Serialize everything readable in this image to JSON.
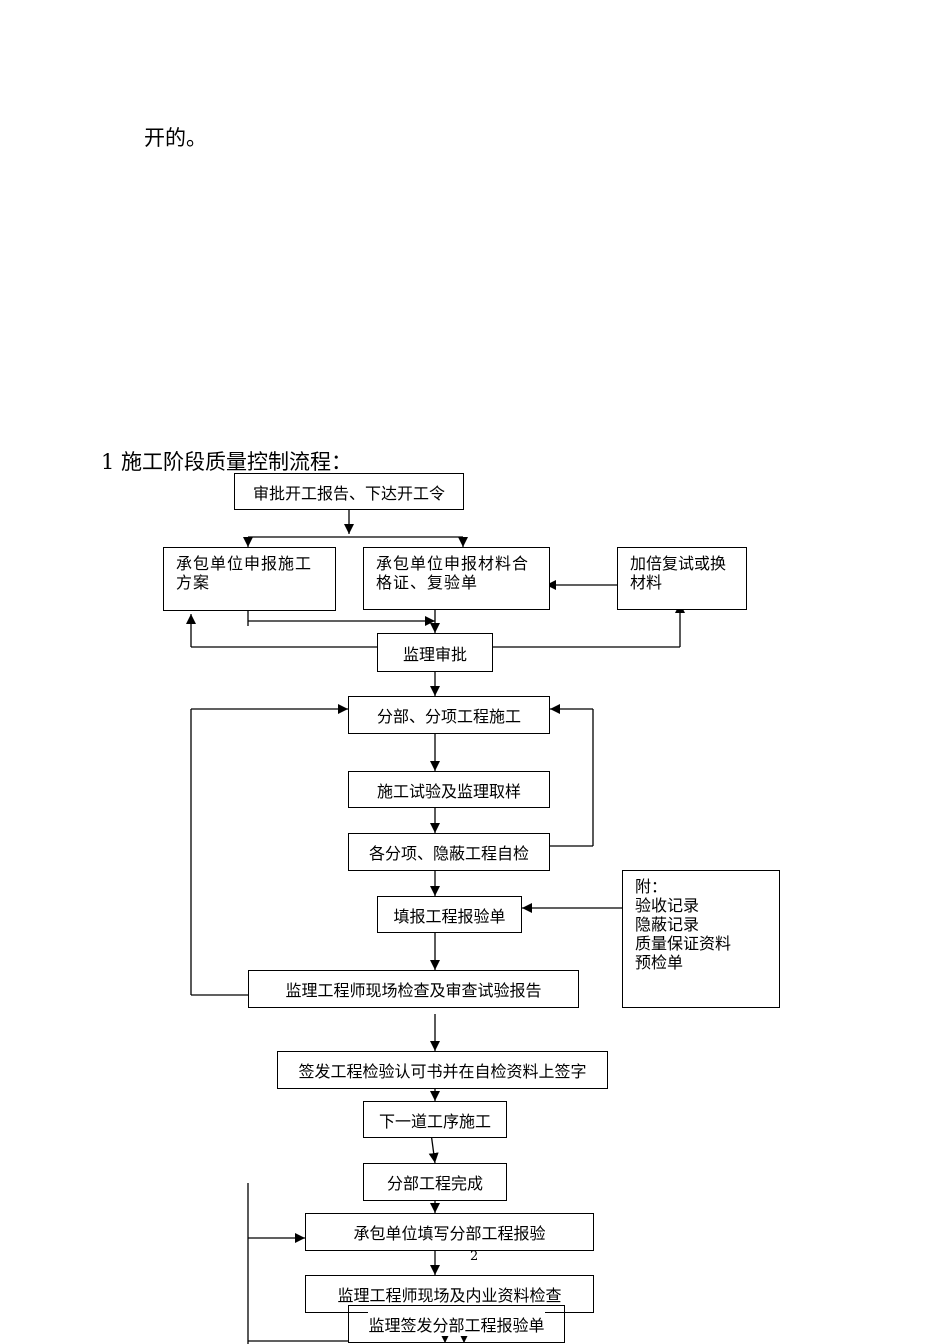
{
  "intro_text": "开的。",
  "heading": "1   施工阶段质量控制流程：",
  "page_number": "2",
  "nodes": {
    "approve_start": "审批开工报告、下达开工令",
    "plan_submit": [
      "承包单位申报施工",
      "方案"
    ],
    "material_submit": [
      "承包单位申报材料合",
      "格证、复验单"
    ],
    "retest": [
      "加倍复试或换",
      "材料"
    ],
    "supervision_approval": "监理审批",
    "sub_construction": "分部、分项工程施工",
    "test_sampling": "施工试验及监理取样",
    "self_inspection": "各分项、隐蔽工程自检",
    "fill_report": "填报工程报验单",
    "attachment": [
      "附：",
      "验收记录",
      "隐蔽记录",
      "质量保证资料",
      "预检单"
    ],
    "engineer_check": "监理工程师现场检查及审查试验报告",
    "issue_certificate": "签发工程检验认可书并在自检资料上签字",
    "next_process": "下一道工序施工",
    "division_complete": "分部工程完成",
    "contractor_fill": "承包单位填写分部工程报验",
    "onsite_check": "监理工程师现场及内业资料检查",
    "sign_report": "监理签发分部工程报验单"
  }
}
